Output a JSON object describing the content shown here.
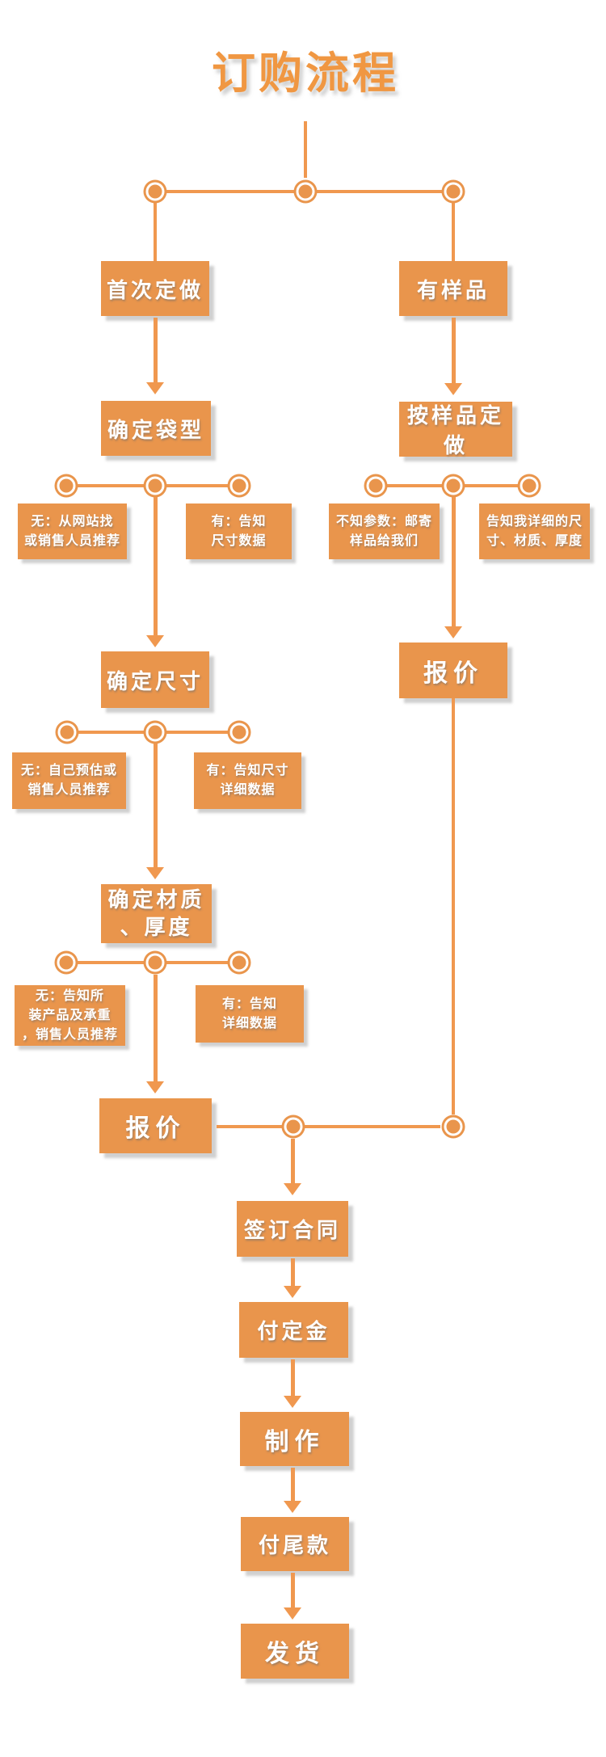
{
  "title": "订购流程",
  "colors": {
    "box_fill": "#E9954C",
    "connector": "#F0984F",
    "title_text": "#F09742",
    "box_text": "#FFFFFF",
    "shadow_grey": "#CFCFCF",
    "background": "#FFFFFF"
  },
  "nodes": {
    "first_custom": {
      "label": "首次定做"
    },
    "have_sample": {
      "label": "有样品"
    },
    "bag_type": {
      "label": "确定袋型"
    },
    "sample_custom": {
      "label": "按样品定做"
    },
    "size": {
      "label": "确定尺寸"
    },
    "quote_right": {
      "label": "报价"
    },
    "material": {
      "lines": [
        "确定材质",
        "、厚度"
      ]
    },
    "quote_left": {
      "label": "报价"
    },
    "sign_contract": {
      "label": "签订合同"
    },
    "pay_deposit": {
      "label": "付定金"
    },
    "production": {
      "label": "制作"
    },
    "pay_balance": {
      "label": "付尾款"
    },
    "ship": {
      "label": "发货"
    }
  },
  "notes": {
    "bag_no": {
      "lines": [
        "无：从网站找",
        "或销售人员推荐"
      ]
    },
    "bag_yes": {
      "lines": [
        "有：告知",
        "尺寸数据"
      ]
    },
    "sample_unknown": {
      "lines": [
        "不知参数：邮寄",
        "样品给我们"
      ]
    },
    "sample_known": {
      "lines": [
        "告知我详细的尺",
        "寸、材质、厚度"
      ]
    },
    "size_no": {
      "lines": [
        "无：自己预估或",
        "销售人员推荐"
      ]
    },
    "size_yes": {
      "lines": [
        "有：告知尺寸",
        "详细数据"
      ]
    },
    "material_no": {
      "lines": [
        "无：告知所",
        "装产品及承重",
        "，销售人员推荐"
      ]
    },
    "material_yes": {
      "lines": [
        "有：告知",
        "详细数据"
      ]
    }
  }
}
